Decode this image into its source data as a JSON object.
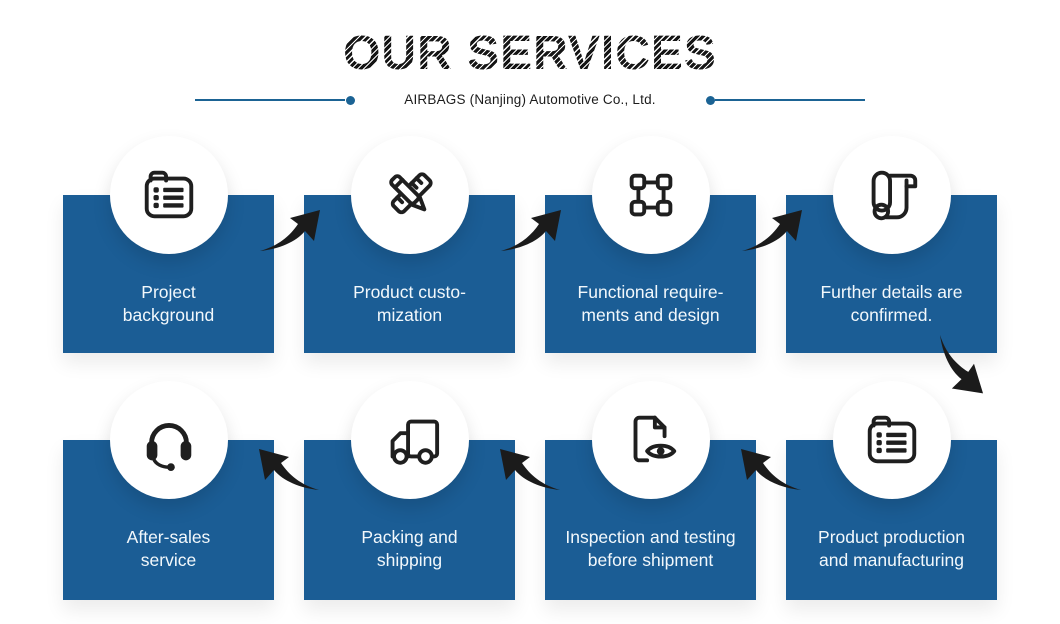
{
  "header": {
    "title": "OUR SERVICES",
    "subtitle": "AIRBAGS (Nanjing) Automotive Co., Ltd."
  },
  "colors": {
    "box_blue": "#1b5d95",
    "rule_blue": "#1b6394",
    "arrow_black": "#1b1b1b",
    "icon_black": "#1f1f1f",
    "title_black": "#151515",
    "box_text": "#f2f8fc"
  },
  "flow": {
    "row1": [
      {
        "name": "project-background",
        "icon": "folder-list-icon",
        "line1": "Project",
        "line2": "background"
      },
      {
        "name": "product-customization",
        "icon": "pencil-ruler-icon",
        "line1": "Product custo-",
        "line2": "mization"
      },
      {
        "name": "functional-requirements",
        "icon": "frame-nodes-icon",
        "line1": "Functional require-",
        "line2": "ments and design"
      },
      {
        "name": "further-details",
        "icon": "blueprint-scroll-icon",
        "line1": "Further details are",
        "line2": "confirmed."
      }
    ],
    "row2": [
      {
        "name": "after-sales-service",
        "icon": "headset-icon",
        "line1": "After-sales",
        "line2": "service"
      },
      {
        "name": "packing-shipping",
        "icon": "truck-icon",
        "line1": "Packing and",
        "line2": "shipping"
      },
      {
        "name": "inspection-testing",
        "icon": "document-eye-icon",
        "line1": "Inspection and testing",
        "line2": "before shipment"
      },
      {
        "name": "product-production",
        "icon": "folder-list-icon",
        "line1": "Product production",
        "line2": "and manufacturing"
      }
    ]
  }
}
